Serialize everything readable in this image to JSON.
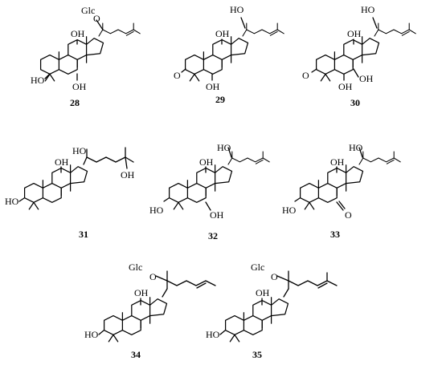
{
  "compounds": [
    {
      "number": "28",
      "labels": [
        "Glc",
        "O",
        "OH",
        "HO",
        "OH"
      ]
    },
    {
      "number": "29",
      "labels": [
        "HO",
        "OH",
        "O",
        "OH"
      ]
    },
    {
      "number": "30",
      "labels": [
        "HO",
        "OH",
        "O",
        "OH",
        "OH"
      ]
    },
    {
      "number": "31",
      "labels": [
        "HO",
        "OH",
        "OH",
        "HO"
      ]
    },
    {
      "number": "32",
      "labels": [
        "HO",
        "OH",
        "HO",
        "OH"
      ]
    },
    {
      "number": "33",
      "labels": [
        "HO",
        "OH",
        "HO",
        "O"
      ]
    },
    {
      "number": "34",
      "labels": [
        "Glc",
        "O",
        "OH",
        "HO"
      ]
    },
    {
      "number": "35",
      "labels": [
        "Glc",
        "O",
        "OH",
        "HO"
      ]
    }
  ]
}
